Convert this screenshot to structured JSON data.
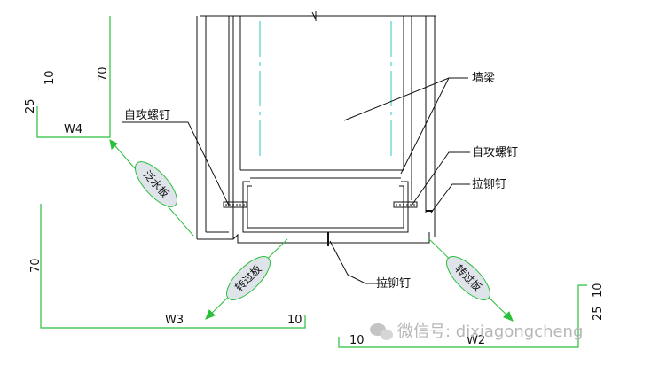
{
  "labels": {
    "wall_beam": "墙梁",
    "self_tapping_screw": "自攻螺钉",
    "rivet": "拉铆钉"
  },
  "bubbles": {
    "drip_flashing": "泛水板",
    "transition_left": "转过板",
    "transition_right": "转过板"
  },
  "dims": {
    "w4": "W4",
    "w3": "W3",
    "w2": "W2",
    "d10": "10",
    "d25": "25",
    "d70": "70"
  },
  "watermark": {
    "text": "微信号: dixiagongcheng"
  },
  "colors": {
    "stroke": "#111111",
    "green": "#2bbf3c",
    "cyan": "#28c8c8",
    "bubble": "#dfe4ea"
  }
}
